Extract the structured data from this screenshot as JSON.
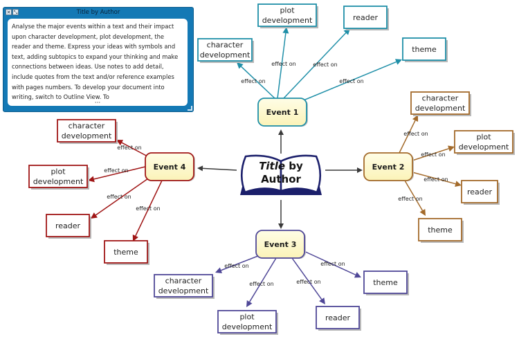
{
  "note": {
    "title": "Title by Author",
    "body": "Analyse the major events within a text and their impact upon character development, plot development, the reader and theme. Express your ideas with symbols and text, adding subtopics to expand your thinking and make connections between ideas. Use notes to add detail, include quotes from the text and/or reference examples with pages numbers. To develop your document into writing, switch to Outline View. To"
  },
  "center": {
    "title_word": "Title",
    "by_word": "by",
    "author_word": "Author"
  },
  "link_label": "effect on",
  "colors": {
    "event1": "#1f8fa8",
    "event2": "#a36a2a",
    "event3": "#4f4797",
    "event4": "#a01616",
    "center": "#1b1f6b",
    "note": "#1479b5"
  },
  "events": [
    {
      "id": "e1",
      "label": "Event 1",
      "subtopics": [
        "character development",
        "plot development",
        "reader",
        "theme"
      ]
    },
    {
      "id": "e2",
      "label": "Event 2",
      "subtopics": [
        "character development",
        "plot development",
        "reader",
        "theme"
      ]
    },
    {
      "id": "e3",
      "label": "Event 3",
      "subtopics": [
        "character development",
        "plot development",
        "reader",
        "theme"
      ]
    },
    {
      "id": "e4",
      "label": "Event 4",
      "subtopics": [
        "character development",
        "plot development",
        "reader",
        "theme"
      ]
    }
  ]
}
